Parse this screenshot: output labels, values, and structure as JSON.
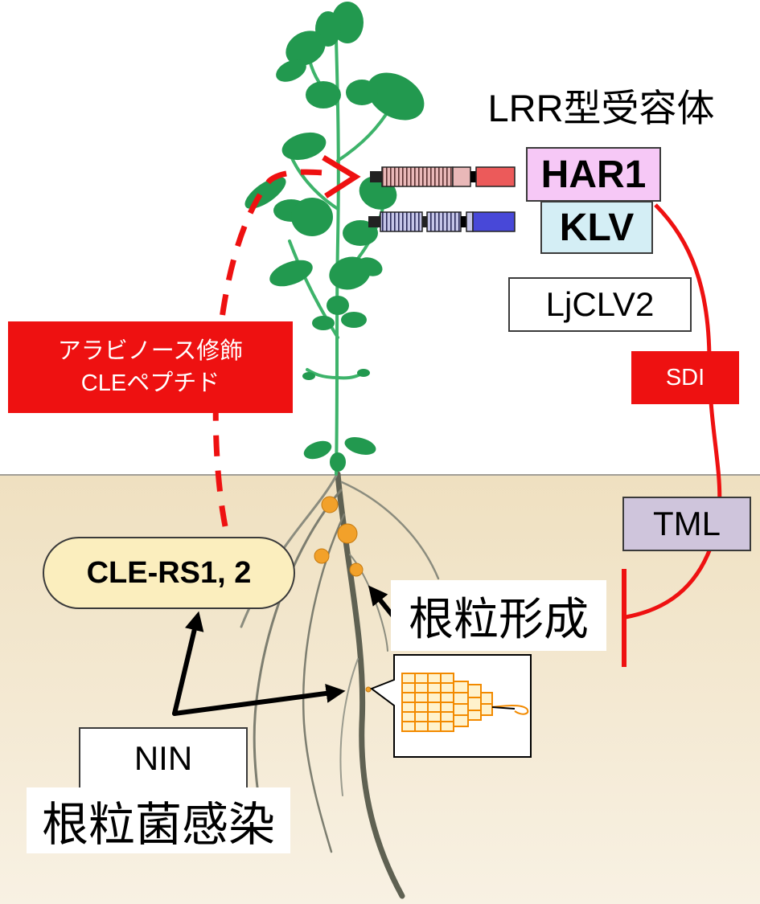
{
  "title": "LRR型受容体",
  "receptors": {
    "har1": "HAR1",
    "klv": "KLV",
    "ljclv2": "LjCLV2"
  },
  "signal_label": [
    "アラビノース修飾",
    "CLEペプチド"
  ],
  "sdi": "SDI",
  "tml": "TML",
  "cle_rs": "CLE-RS1, 2",
  "nodulation": "根粒形成",
  "nin": "NIN",
  "infection": "根粒菌感染",
  "colors": {
    "har1_fill": "#f6c8f6",
    "klv_fill": "#d4eef5",
    "tml_fill": "#cfc5dc",
    "signal_red": "#ee1111",
    "cle_rs_fill": "#fbeebe",
    "soil": "#f3e6ca",
    "leaf": "#2a9d55",
    "nodule": "#f2a12a"
  },
  "icons": [
    "plant-shoot",
    "root-system",
    "receptor-har1-icon",
    "receptor-klv-icon",
    "nodule-cells-icon"
  ]
}
